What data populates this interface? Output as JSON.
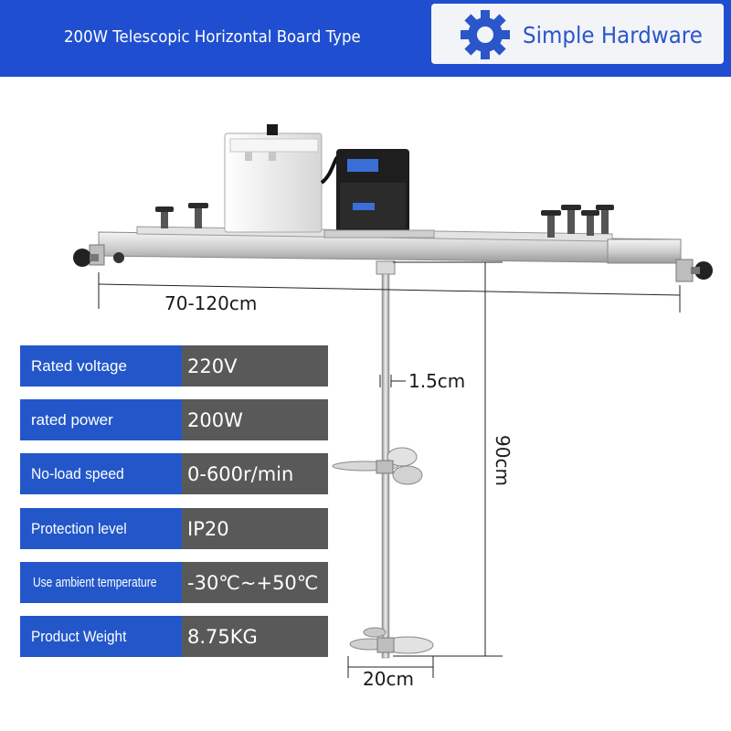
{
  "header": {
    "title": "200W Telescopic Horizontal Board Type",
    "brand_name": "Simple Hardware",
    "brand_icon": "gear-icon",
    "background_color": "#1f4fd0",
    "brand_color": "#2a56c9"
  },
  "dimensions": {
    "width_range": "70-120cm",
    "shaft_diameter": "1.5cm",
    "shaft_length": "90cm",
    "impeller_diameter": "20cm"
  },
  "specs": [
    {
      "label": "Rated voltage",
      "value": "220V"
    },
    {
      "label": "rated power",
      "value": "200W"
    },
    {
      "label": "No-load speed",
      "value": "0-600r/min"
    },
    {
      "label": "Protection level",
      "value": "IP20"
    },
    {
      "label": "Use ambient temperature",
      "value": "-30℃~+50℃"
    },
    {
      "label": "Product Weight",
      "value": "8.75KG"
    }
  ],
  "colors": {
    "spec_label_bg": "#2357c9",
    "spec_value_bg": "#595959"
  }
}
